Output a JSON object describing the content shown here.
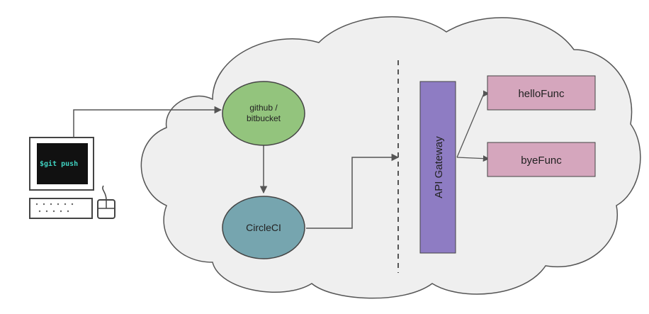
{
  "nodes": {
    "repo": {
      "label_line1": "github /",
      "label_line2": "bitbucket",
      "fill": "#93c47d"
    },
    "ci": {
      "label": "CircleCI",
      "fill": "#76a5af"
    },
    "gateway": {
      "label": "API Gateway",
      "fill": "#8e7cc3"
    },
    "hello": {
      "label": "helloFunc",
      "fill": "#d5a6bd"
    },
    "bye": {
      "label": "byeFunc",
      "fill": "#d5a6bd"
    }
  },
  "terminal": {
    "screen_text": "$git push",
    "screen_color": "#111111",
    "text_color": "#3fd1c0"
  },
  "colors": {
    "cloud_fill": "#efefef",
    "cloud_stroke": "#555555",
    "line": "#555555"
  }
}
